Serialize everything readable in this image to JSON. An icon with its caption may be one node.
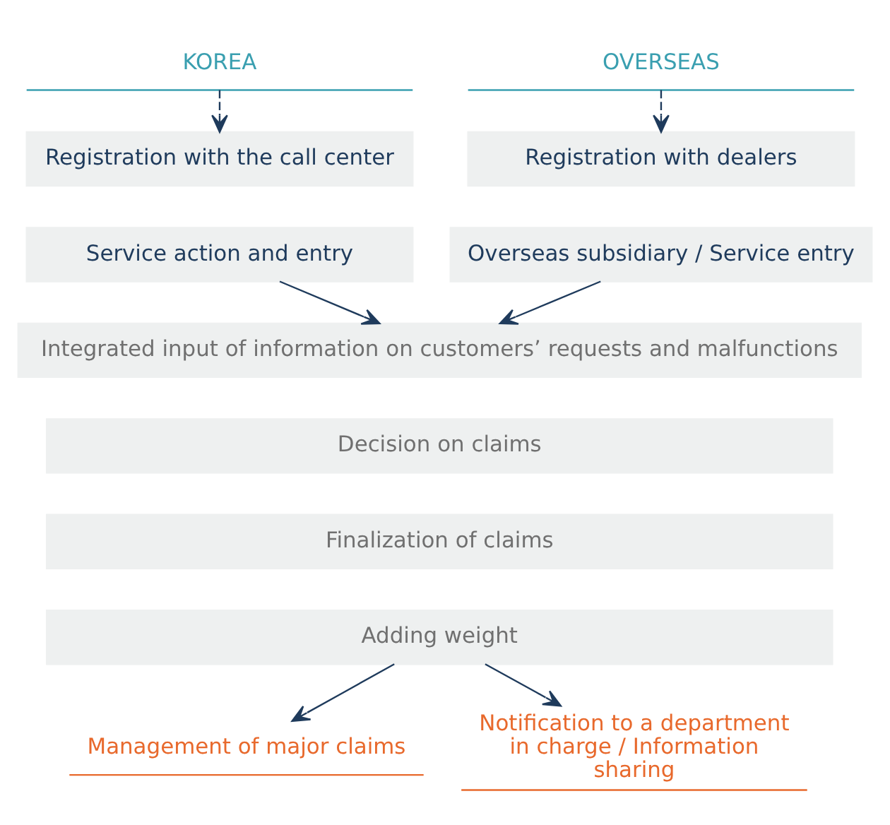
{
  "diagram": {
    "nodes": [
      {
        "text": [
          "KOREA"
        ]
      },
      {
        "text": [
          "OVERSEAS"
        ]
      },
      {
        "text": [
          "Registration with the call center"
        ]
      },
      {
        "text": [
          "Service action and entry"
        ]
      },
      {
        "text": [
          "Registration with dealers"
        ]
      },
      {
        "text": [
          "Overseas subsidiary / Service entry"
        ]
      },
      {
        "text": [
          "Integrated input of information on customers’ requests and malfunctions"
        ]
      },
      {
        "text": [
          "Decision on claims"
        ]
      },
      {
        "text": [
          "Finalization of claims"
        ]
      },
      {
        "text": [
          "Adding weight"
        ]
      },
      {
        "text": [
          "Management of major claims"
        ]
      },
      {
        "text": [
          "Notification to a department in charge / Information sharing"
        ]
      }
    ],
    "edges": [
      {
        "from": 0,
        "to": 2,
        "arrow": "to",
        "style": "dashed"
      },
      {
        "from": 1,
        "to": 4,
        "arrow": "to",
        "style": "dashed"
      },
      {
        "from": 3,
        "to": 6,
        "arrow": "to"
      },
      {
        "from": 5,
        "to": 6,
        "arrow": "to"
      },
      {
        "from": 9,
        "to": 10,
        "arrow": "to"
      },
      {
        "from": 9,
        "to": 11,
        "arrow": "to"
      }
    ]
  }
}
